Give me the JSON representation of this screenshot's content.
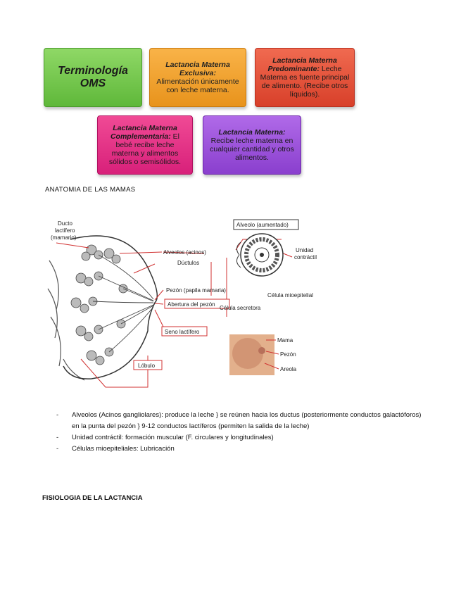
{
  "who": {
    "title": "Terminología OMS",
    "exclusive": {
      "head": "Lactancia Materna Exclusiva:",
      "body": "Alimentación únicamente con leche materna."
    },
    "predominant": {
      "head": "Lactancia Materna Predominante:",
      "body": "Leche Materna es fuente principal de alimento. (Recibe otros líquidos)."
    },
    "complementary": {
      "head": "Lactancia Materna Complementaria:",
      "body": "El bebé recibe leche materna y alimentos sólidos o semisólidos."
    },
    "maternal": {
      "head": "Lactancia Materna:",
      "body": "Recibe leche materna en cualquier cantidad y otros alimentos."
    }
  },
  "section_anatomy": "ANATOMIA DE LAS MAMAS",
  "diagram": {
    "ducto": "Ducto",
    "lactifero": "lactífero",
    "mamario": "(mamario)",
    "alveolos": "Alveolos (acinos)",
    "alveolo_aumentado": "Alveolo (aumentado)",
    "unidad": "Unidad",
    "contractil": "contráctil",
    "ductulos": "Dúctulos",
    "celula_mio": "Célula mioepitelial",
    "celula_sec": "Célula secretora",
    "pezon_papila": "Pezón (papila mamaria)",
    "abertura": "Abertura del pezón",
    "seno": "Seno lactífero",
    "lobulo": "Lóbulo",
    "mama": "Mama",
    "pezon": "Pezón",
    "areola": "Areola"
  },
  "bullets": [
    "Alveolos (Acinos gangliolares): produce la leche } se reúnen hacia los ductus (posteriormente conductos galactóforos) en la punta del pezón } 9-12 conductos lactíferos (permiten la salida de la leche)",
    "Unidad contráctil: formación muscular (F. circulares y longitudinales)",
    "Células mioepiteliales: Lubricación"
  ],
  "bullet_marker": "-",
  "section_physiology": "FISIOLOGIA DE LA LACTANCIA"
}
